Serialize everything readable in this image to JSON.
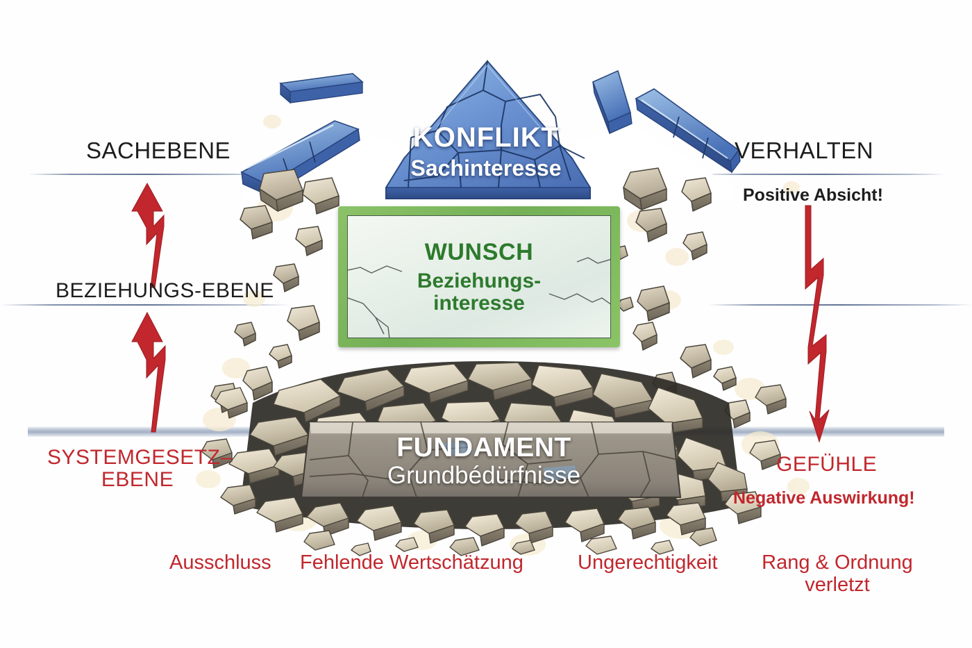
{
  "diagram": {
    "title_blue": {
      "headline": "KONFLIKT",
      "subline": "Sachinteresse"
    },
    "title_green": {
      "headline": "WUNSCH",
      "subline": "Beziehungs-\ninteresse"
    },
    "title_foundation": {
      "headline": "FUNDAMENT",
      "subline": "Grundbédürfnisse"
    }
  },
  "levels": {
    "left": [
      {
        "label": "SACHEBENE",
        "color": "#1d1d1d"
      },
      {
        "label": "BEZIEHUNGS-EBENE",
        "color": "#1d1d1d"
      },
      {
        "label": "SYSTEMGESETZ–\nEBENE",
        "color": "#c1272d"
      }
    ],
    "right": [
      {
        "label": "VERHALTEN",
        "color": "#1d1d1d"
      },
      {
        "label": "Positive Absicht!",
        "color": "#1d1d1d"
      },
      {
        "label": "GEFÜHLE",
        "color": "#c1272d"
      },
      {
        "label": "Negative Auswirkung!",
        "color": "#c1272d"
      }
    ]
  },
  "needs": [
    "Ausschluss",
    "Fehlende Wertschätzung",
    "Ungerechtigkeit",
    "Rang & Ordnung\nverletzt"
  ],
  "arrows": {
    "left_up_1": "zigzag-arrow-up-icon",
    "left_up_2": "zigzag-arrow-up-icon",
    "right_down": "zigzag-arrow-down-icon"
  },
  "colors": {
    "red": "#c1272d",
    "blue_stone": "#5a83c4",
    "green_frame": "#7cb85c",
    "green_text": "#2d7a2d",
    "dark_text": "#1d1d1d",
    "rubble": "#c9c0ab",
    "ground_band": "#9eacc2"
  }
}
